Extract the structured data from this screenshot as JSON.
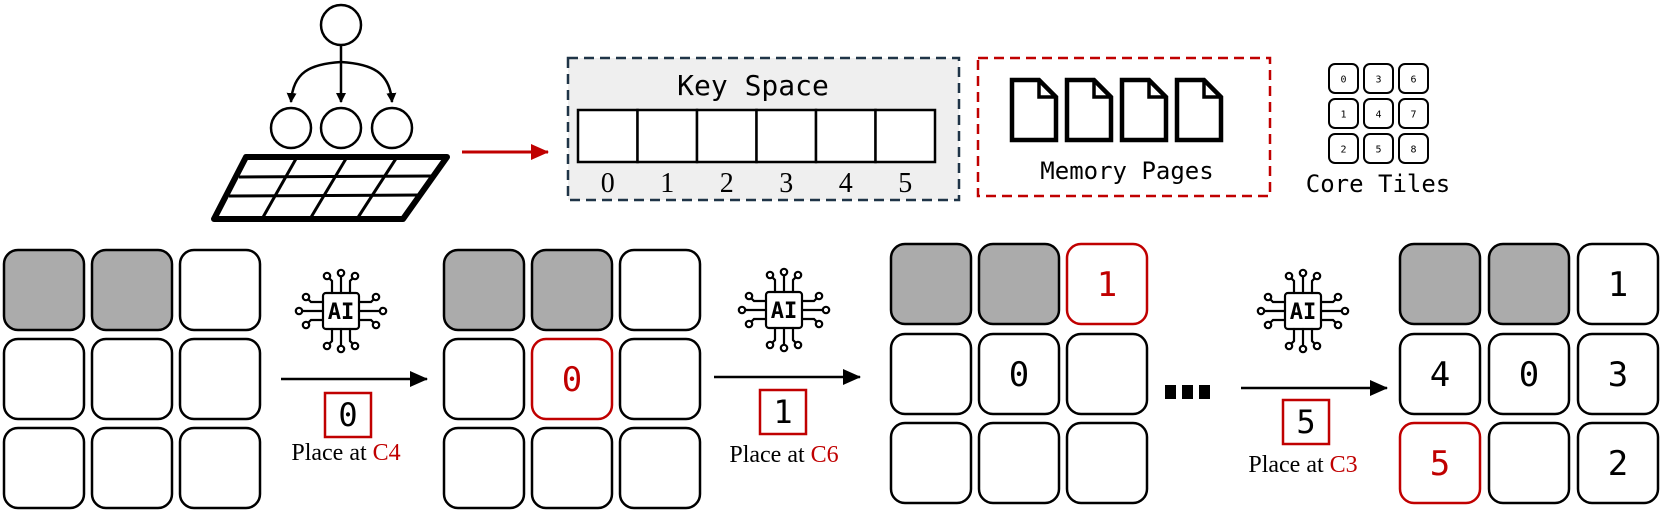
{
  "colors": {
    "accent_red": "#c00000",
    "filled_cell": "#ababab",
    "keyspace_bg": "#efefef",
    "keyspace_border": "#1f3447",
    "stroke": "#000000"
  },
  "icons": {
    "tree": "tree-graph-icon",
    "grid": "grid-plane-icon",
    "document": "document-icon",
    "ai_chip": "ai-chip-icon"
  },
  "keyspace": {
    "title": "Key Space",
    "keys": [
      "0",
      "1",
      "2",
      "3",
      "4",
      "5"
    ]
  },
  "memory_pages": {
    "label": "Memory Pages",
    "page_count": 4
  },
  "core_tiles": {
    "label": "Core Tiles",
    "numbers": [
      "0",
      "3",
      "6",
      "1",
      "4",
      "7",
      "2",
      "5",
      "8"
    ]
  },
  "grids": [
    {
      "cells": [
        {
          "state": "filled",
          "text": ""
        },
        {
          "state": "filled",
          "text": ""
        },
        {
          "state": "empty",
          "text": ""
        },
        {
          "state": "empty",
          "text": ""
        },
        {
          "state": "empty",
          "text": ""
        },
        {
          "state": "empty",
          "text": ""
        },
        {
          "state": "empty",
          "text": ""
        },
        {
          "state": "empty",
          "text": ""
        },
        {
          "state": "empty",
          "text": ""
        }
      ]
    },
    {
      "cells": [
        {
          "state": "filled",
          "text": ""
        },
        {
          "state": "filled",
          "text": ""
        },
        {
          "state": "empty",
          "text": ""
        },
        {
          "state": "empty",
          "text": ""
        },
        {
          "state": "new",
          "text": "0"
        },
        {
          "state": "empty",
          "text": ""
        },
        {
          "state": "empty",
          "text": ""
        },
        {
          "state": "empty",
          "text": ""
        },
        {
          "state": "empty",
          "text": ""
        }
      ]
    },
    {
      "cells": [
        {
          "state": "filled",
          "text": ""
        },
        {
          "state": "filled",
          "text": ""
        },
        {
          "state": "new",
          "text": "1"
        },
        {
          "state": "empty",
          "text": ""
        },
        {
          "state": "placed",
          "text": "0"
        },
        {
          "state": "empty",
          "text": ""
        },
        {
          "state": "empty",
          "text": ""
        },
        {
          "state": "empty",
          "text": ""
        },
        {
          "state": "empty",
          "text": ""
        }
      ]
    },
    {
      "cells": [
        {
          "state": "filled",
          "text": ""
        },
        {
          "state": "filled",
          "text": ""
        },
        {
          "state": "placed",
          "text": "1"
        },
        {
          "state": "placed",
          "text": "4"
        },
        {
          "state": "placed",
          "text": "0"
        },
        {
          "state": "placed",
          "text": "3"
        },
        {
          "state": "new",
          "text": "5"
        },
        {
          "state": "empty",
          "text": ""
        },
        {
          "state": "placed",
          "text": "2"
        }
      ]
    }
  ],
  "steps": [
    {
      "key": "0",
      "prefix": "Place at ",
      "target": "C4"
    },
    {
      "key": "1",
      "prefix": "Place at ",
      "target": "C6"
    },
    {
      "key": "5",
      "prefix": "Place at ",
      "target": "C3"
    }
  ],
  "ellipsis": "..."
}
